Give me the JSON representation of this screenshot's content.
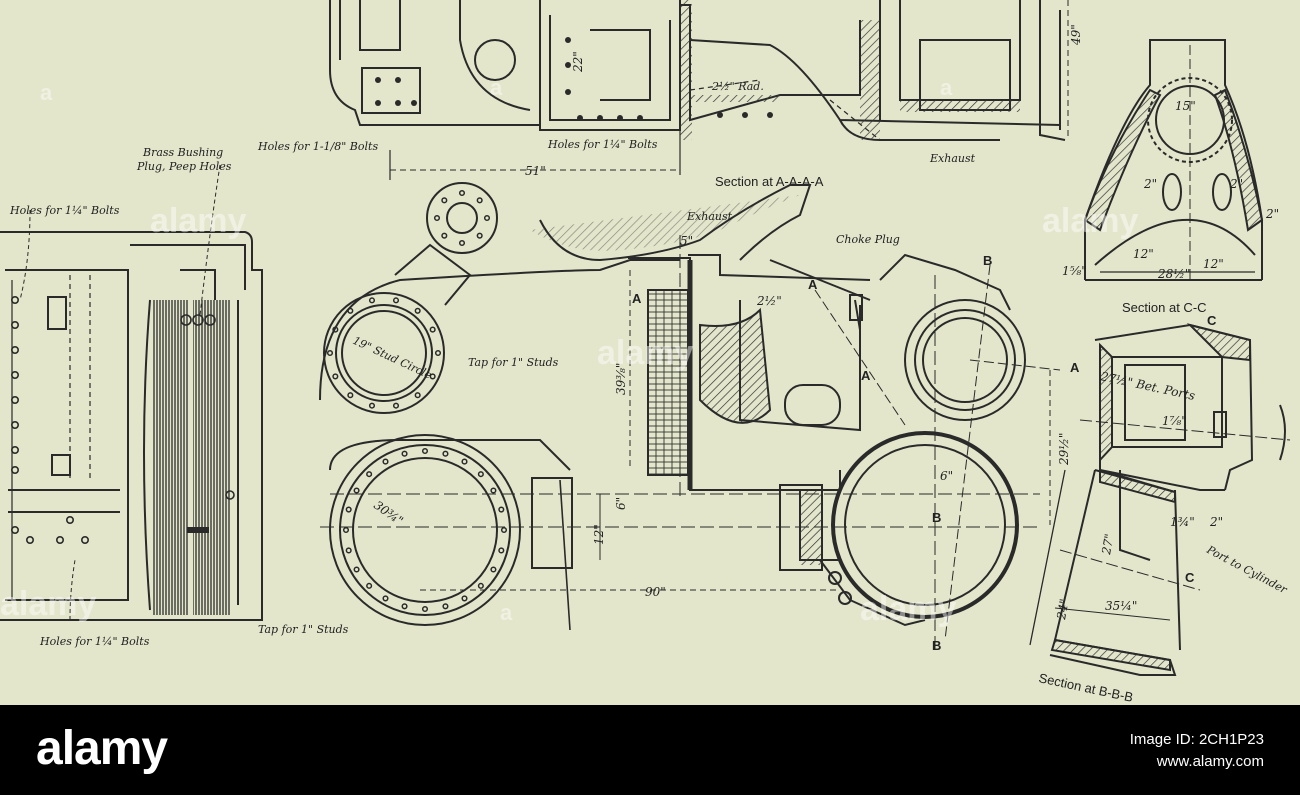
{
  "labels": {
    "holes_1_8": "Holes for 1-1/8\" Bolts",
    "brass_bushing": "Brass Bushing",
    "plug_peep": "Plug, Peep Holes",
    "holes_1_4_top": "Holes for 1¼\" Bolts",
    "holes_1_4_bottom": "Holes for 1¼\" Bolts",
    "holes_1_4_mid": "Holes for 1¼\" Bolts",
    "section_aaaa": "Section at A-A-A-A",
    "section_cc": "Section at C-C",
    "section_bbb": "Section at B-B-B",
    "exhaust_top": "Exhaust",
    "exhaust_mid": "Exhaust",
    "choke_plug": "Choke Plug",
    "stud_circle": "19\" Stud Circle",
    "tap_studs_1": "Tap for 1\" Studs",
    "tap_studs_2": "Tap for 1\" Studs",
    "port_cylinder": "Port to Cylinder",
    "bet_ports": "27½\" Bet. Ports",
    "rad": "2½\" Rad."
  },
  "dimensions": {
    "d22": "22\"",
    "d49": "49\"",
    "d51": "51\"",
    "d15": "15\"",
    "d2a": "2\"",
    "d2b": "2\"",
    "d2c": "2\"",
    "d12a": "12\"",
    "d12b": "12\"",
    "d28": "28½\"",
    "d1_5_8": "1⅝\"",
    "d5": "5\"",
    "d2_5": "2½\"",
    "d39": "39⅜\"",
    "d29": "29½\"",
    "d6a": "6\"",
    "d6b": "6\"",
    "d12c": "12\"",
    "d30": "30¾\"",
    "d90": "90\"",
    "d27": "27\"",
    "d35": "35¼\"",
    "d1_3_4": "1¾\"",
    "d24": "24\"",
    "d1_7_8": "1⅞\""
  },
  "markers": {
    "a": "A",
    "b": "B",
    "c": "C"
  },
  "watermarks": {
    "text": "alamy"
  },
  "footer": {
    "brand": "alamy",
    "image_id": "Image ID: 2CH1P23",
    "site": "www.alamy.com"
  },
  "colors": {
    "paper": "#e3e6cb",
    "ink": "#222222",
    "footer": "#000000"
  }
}
